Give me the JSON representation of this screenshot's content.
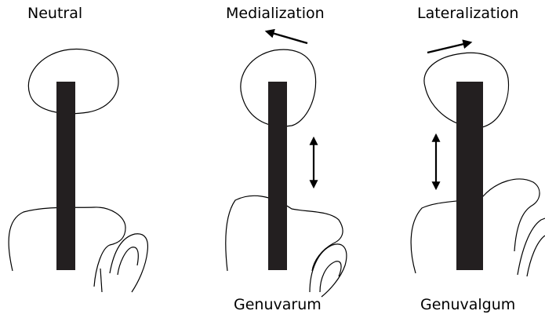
{
  "panels": [
    {
      "id": "neutral",
      "label": "Neutral"
    },
    {
      "id": "medialization",
      "label": "Medialization",
      "sublabel": "Genuvarum"
    },
    {
      "id": "lateralization",
      "label": "Lateralization",
      "sublabel": "Genuvalgum"
    }
  ],
  "colors": {
    "rod": "#231f20",
    "outline": "#000000",
    "background": "#ffffff"
  },
  "icons": [
    "arrow-medial-icon",
    "arrow-lateral-icon",
    "double-arrow-icon"
  ]
}
